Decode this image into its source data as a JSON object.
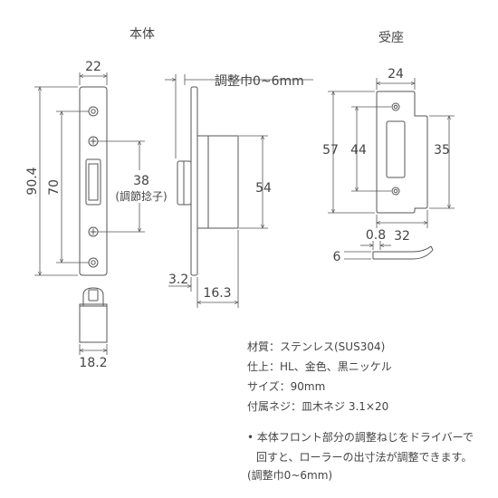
{
  "headings": {
    "body": "本体",
    "strike": "受座"
  },
  "body_view": {
    "width_top": "22",
    "height_total": "90.4",
    "hole_pitch": "70",
    "center_hole_pitch": "38",
    "adjust_screw_label": "(調節捻子)",
    "roller_width": "18.2"
  },
  "side_view": {
    "adjust_range": "調整巾0~6mm",
    "case_height": "54",
    "front_thickness": "3.2",
    "depth": "16.3"
  },
  "strike_view": {
    "width_top": "24",
    "height_total": "57",
    "hole_pitch": "44",
    "opening_height": "35",
    "width_bottom": "32",
    "plate_thickness": "0.8",
    "lip_height": "6"
  },
  "specs": {
    "material": "材質：ステンレス(SUS304)",
    "finish": "仕上：HL、金色、黒ニッケル",
    "size": "サイズ：90mm",
    "screws": "付属ネジ：皿木ネジ 3.1×20"
  },
  "note": {
    "line1": "• 本体フロント部分の調整ねじをドライバーで",
    "line2": "回すと、ローラーの出寸法が調整できます。",
    "line3": "(調整巾0~6mm)"
  }
}
